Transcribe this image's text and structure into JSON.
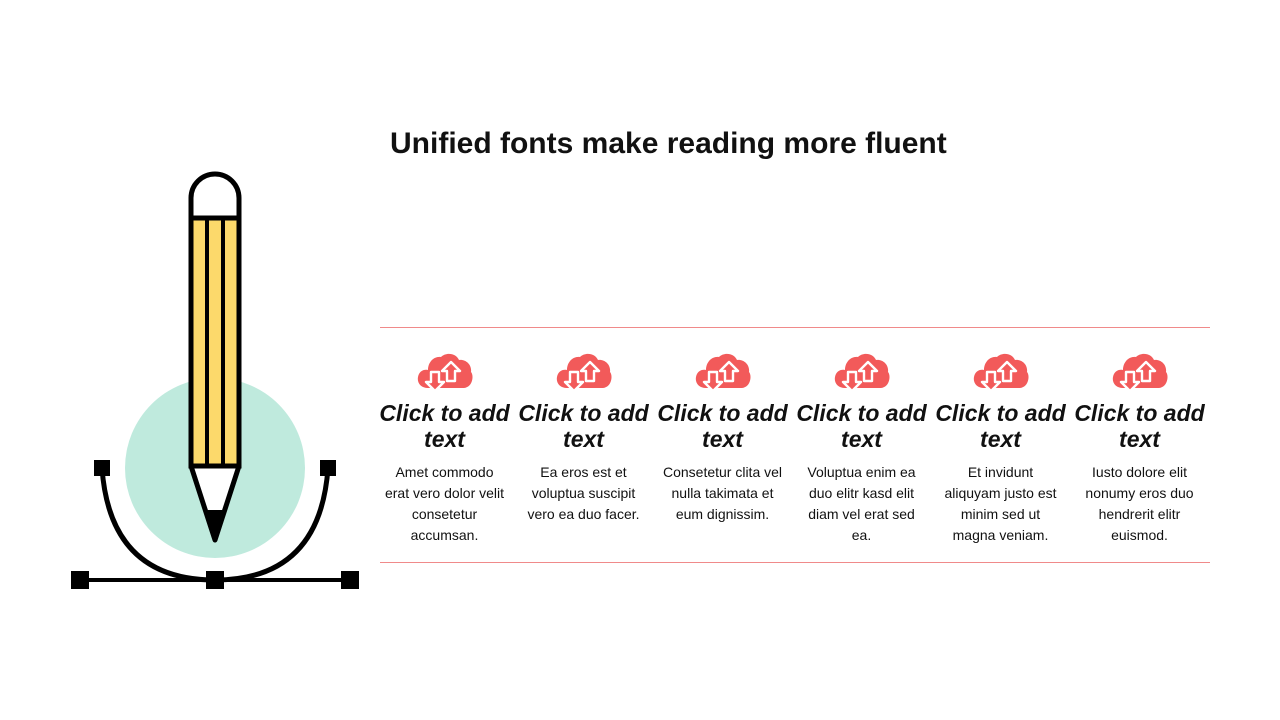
{
  "title": "Unified fonts make reading more fluent",
  "colors": {
    "accent": "#f25a5a",
    "rule": "#f08a8a",
    "pencil_body": "#fcd96b",
    "circle": "#bfeadd",
    "stroke": "#000000"
  },
  "illustration": {
    "icon": "pencil-bezier-icon"
  },
  "items": [
    {
      "icon": "cloud-sync-icon",
      "heading": "Click to add text",
      "text": "Amet commodo erat vero dolor velit consetetur accumsan."
    },
    {
      "icon": "cloud-sync-icon",
      "heading": "Click to add text",
      "text": "Ea eros est et voluptua suscipit vero ea duo facer."
    },
    {
      "icon": "cloud-sync-icon",
      "heading": "Click to add text",
      "text": "Consetetur clita vel nulla takimata et eum dignissim."
    },
    {
      "icon": "cloud-sync-icon",
      "heading": "Click to add text",
      "text": "Voluptua enim ea duo elitr kasd elit diam vel erat sed ea."
    },
    {
      "icon": "cloud-sync-icon",
      "heading": "Click to add text",
      "text": "Et invidunt aliquyam justo est minim sed ut magna veniam."
    },
    {
      "icon": "cloud-sync-icon",
      "heading": "Click to add text",
      "text": "Iusto dolore elit nonumy eros duo hendrerit elitr euismod."
    }
  ]
}
